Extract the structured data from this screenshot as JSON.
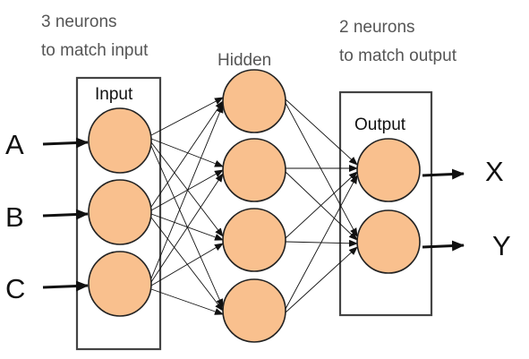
{
  "captions": {
    "input_note_line1": "3 neurons",
    "input_note_line2": "to match input",
    "hidden_title": "Hidden",
    "output_note_line1": "2 neurons",
    "output_note_line2": "to match output"
  },
  "layers": {
    "input_label": "Input",
    "output_label": "Output"
  },
  "inputs": [
    "A",
    "B",
    "C"
  ],
  "outputs": [
    "X",
    "Y"
  ],
  "colors": {
    "neuron_fill": "#f9c08e",
    "neuron_stroke": "#222222"
  }
}
